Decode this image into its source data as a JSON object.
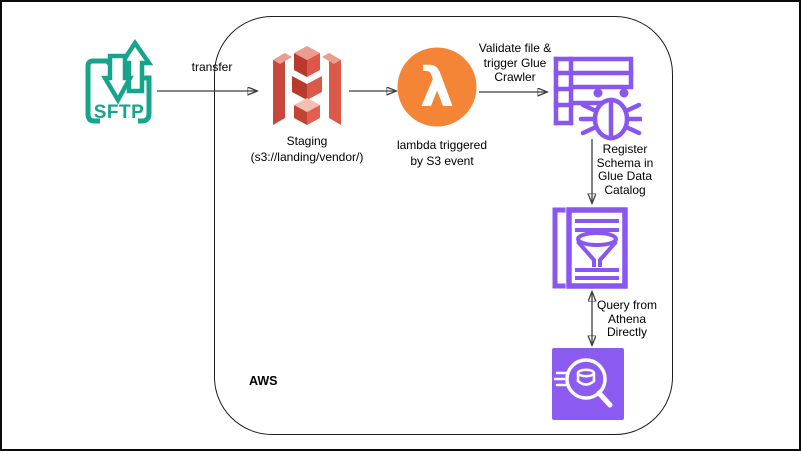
{
  "diagram": {
    "container_label": "AWS",
    "colors": {
      "sftp_teal": "#16A58C",
      "s3_red": "#DC5849",
      "s3_red_dark": "#B93A2D",
      "s3_red_light": "#E99E90",
      "lambda_orange": "#F58536",
      "glue_purple": "#8956F0",
      "athena_fill": "#8C5BF2",
      "connector": "#3D3D3D",
      "boundary": "#1C1C1C"
    },
    "nodes": {
      "sftp": {
        "icon": "sftp-folder-transfer-icon",
        "icon_text": "SFTP"
      },
      "s3_staging": {
        "icon": "s3-bucket-icon",
        "caption": [
          "Staging",
          "(s3://landing/vendor/)"
        ]
      },
      "lambda": {
        "icon": "lambda-icon",
        "glyph": "λ",
        "caption": [
          "lambda triggered",
          "by S3 event"
        ]
      },
      "glue_crawler": {
        "icon": "glue-crawler-icon"
      },
      "glue_data_catalog": {
        "icon": "glue-data-catalog-icon"
      },
      "athena": {
        "icon": "athena-icon"
      }
    },
    "edges": {
      "sftp_to_s3": {
        "label": "transfer"
      },
      "s3_to_lambda": {
        "label": ""
      },
      "lambda_to_crawler": {
        "label_lines": [
          "Validate file &",
          "trigger Glue",
          "Crawler"
        ]
      },
      "crawler_to_catalog": {
        "label_lines": [
          "Register",
          "Schema in",
          "Glue Data",
          "Catalog"
        ]
      },
      "catalog_to_athena": {
        "label_lines": [
          "Query from",
          "Athena",
          "Directly"
        ]
      }
    }
  }
}
